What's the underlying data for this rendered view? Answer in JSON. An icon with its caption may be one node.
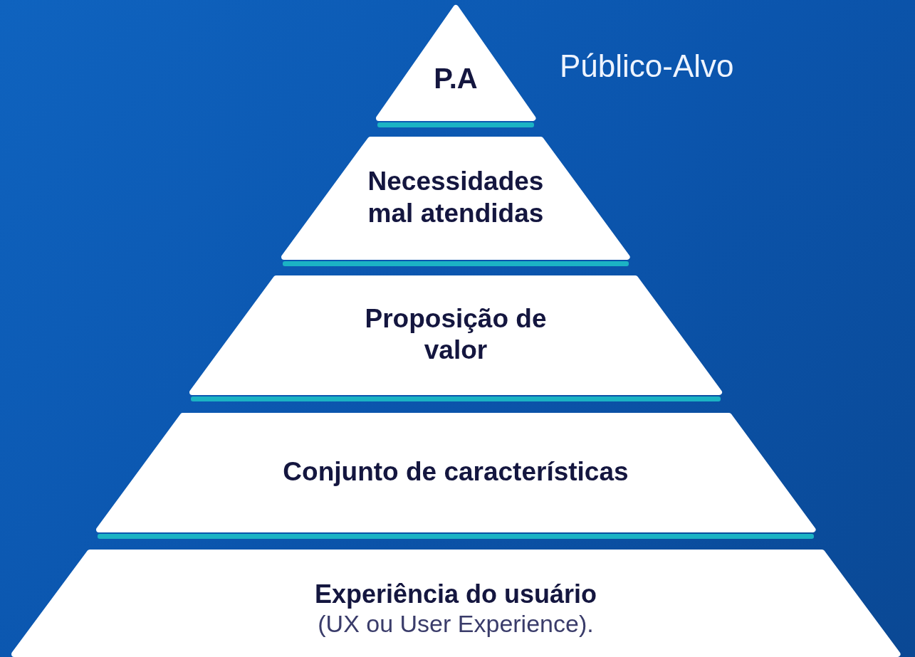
{
  "diagram": {
    "nodes": [
      {
        "text": [
          "P.A"
        ],
        "beside": [
          "Público-Alvo"
        ]
      },
      {
        "text": [
          "Necessidades mal atendidas"
        ]
      },
      {
        "text": [
          "Proposição de valor"
        ]
      },
      {
        "text": [
          "Conjunto de características"
        ]
      },
      {
        "text": [
          "Experiência do usuário",
          "(UX ou User Experience)."
        ]
      }
    ]
  }
}
